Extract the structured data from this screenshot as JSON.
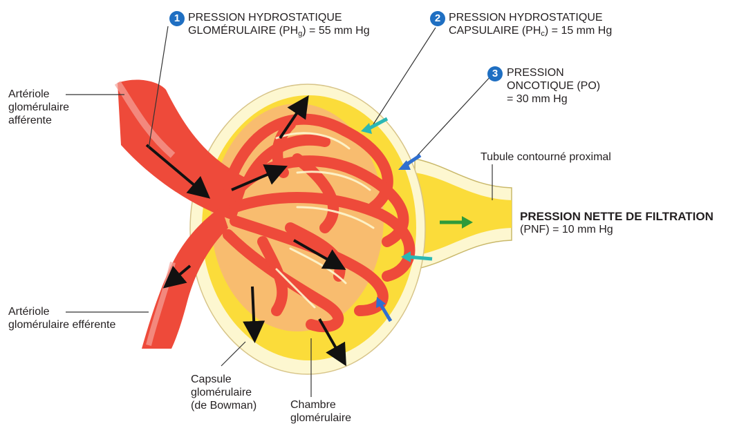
{
  "pressures": [
    {
      "num": "1",
      "line1": "PRESSION HYDROSTATIQUE",
      "line2_pre": "GLOMÉRULAIRE (PH",
      "sub": "g",
      "line2_post": ") = 55 mm Hg"
    },
    {
      "num": "2",
      "line1": "PRESSION HYDROSTATIQUE",
      "line2_pre": "CAPSULAIRE (PH",
      "sub": "c",
      "line2_post": ") = 15 mm Hg"
    },
    {
      "num": "3",
      "line1": "PRESSION",
      "line2": "ONCOTIQUE (PO)",
      "line3": "= 30 mm Hg"
    }
  ],
  "labels": {
    "afferent": [
      "Artériole",
      "glomérulaire",
      "afférente"
    ],
    "efferent": [
      "Artériole",
      "glomérulaire efférente"
    ],
    "capsule": [
      "Capsule",
      "glomérulaire",
      "(de Bowman)"
    ],
    "chamber": [
      "Chambre",
      "glomérulaire"
    ],
    "tubule": "Tubule contourné proximal"
  },
  "net": {
    "title": "PRESSION NETTE DE FILTRATION",
    "value": "(PNF) = 10 mm Hg"
  },
  "colors": {
    "vessel": "#ee4a3a",
    "vessel_light": "#f5a39a",
    "chamber": "#fbdc3a",
    "capsule_wall": "#fdf7d0",
    "badge": "#1f6fc2",
    "arrow_hydro_capsular": "#2bb7b4",
    "arrow_oncotic": "#2f6fd0",
    "arrow_net": "#2e9a3a"
  }
}
